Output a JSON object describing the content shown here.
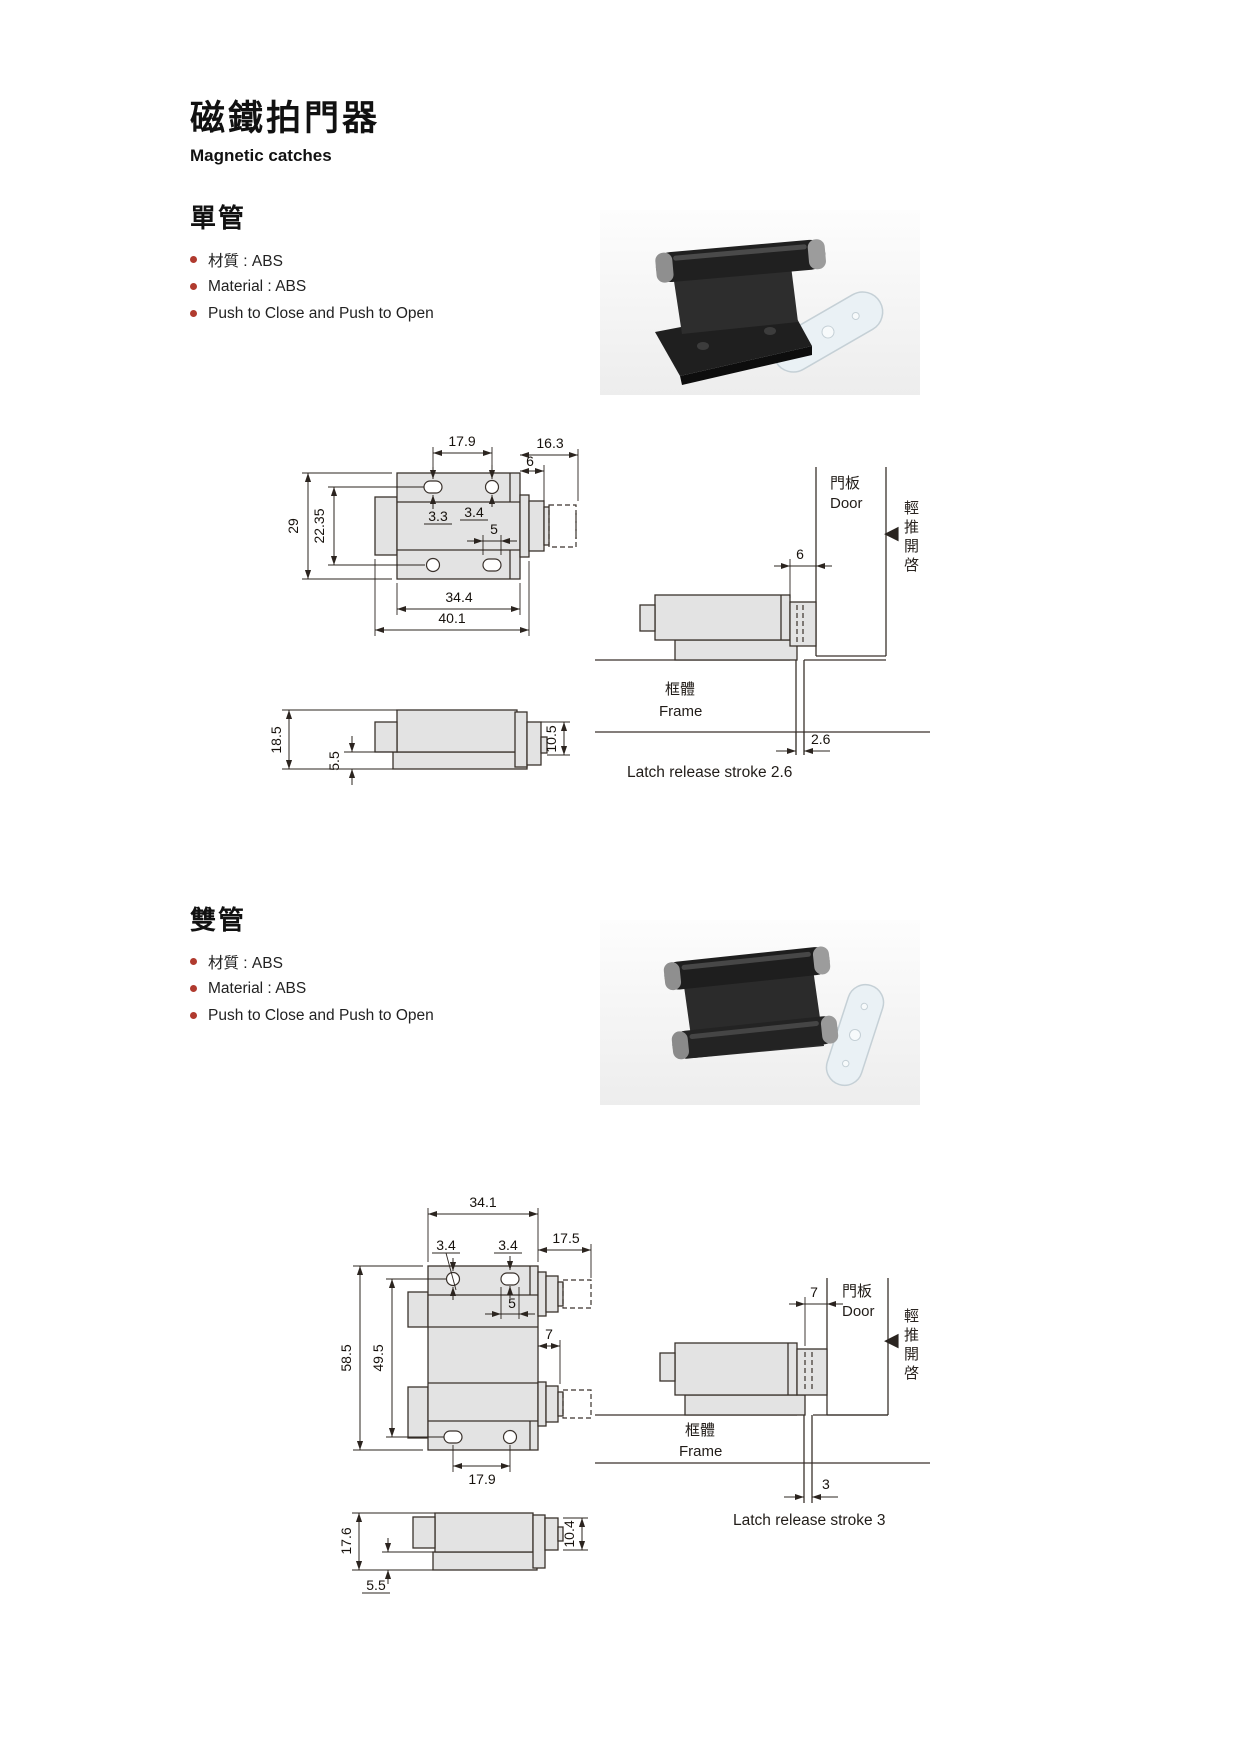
{
  "page": {
    "title_zh": "磁鐵拍門器",
    "title_en": "Magnetic catches"
  },
  "icons": {
    "push_arrow": "◀"
  },
  "colors": {
    "bullet_dot": "#b03a2e",
    "drawing_line": "#3a322c",
    "body_fill": "#e3e3e3",
    "plate_fill": "#eaf1f5",
    "catch_body": "#242424"
  },
  "sections": [
    {
      "heading": "單管",
      "bullets": [
        "材質 : ABS",
        "Material : ABS",
        "Push to Close and Push to Open"
      ],
      "top_view": {
        "hole_pitch": "17.9",
        "travel": "16.3",
        "tip": "6",
        "height": "29",
        "hole_span": "22.35",
        "hole_a": "3.3",
        "hole_b": "3.4",
        "slot_len": "5",
        "body_width": "34.4",
        "total_width": "40.1"
      },
      "side_view": {
        "height": "18.5",
        "base": "5.5",
        "plunger": "10.5"
      },
      "install": {
        "door_zh": "門板",
        "door_en": "Door",
        "push_label": "輕推開啓",
        "gap": "6",
        "frame_zh": "框體",
        "frame_en": "Frame",
        "stroke": "2.6",
        "caption": "Latch release stroke 2.6"
      }
    },
    {
      "heading": "雙管",
      "bullets": [
        "材質 : ABS",
        "Material : ABS",
        "Push to Close and Push to Open"
      ],
      "top_view": {
        "body_width": "34.1",
        "hole_a": "3.4",
        "hole_b": "3.4",
        "travel": "17.5",
        "slot_len": "5",
        "height": "58.5",
        "hole_span": "49.5",
        "tip": "7",
        "hole_pitch": "17.9"
      },
      "side_view": {
        "height": "17.6",
        "base": "5.5",
        "plunger": "10.4"
      },
      "install": {
        "door_zh": "門板",
        "door_en": "Door",
        "push_label": "輕推開啓",
        "gap": "7",
        "frame_zh": "框體",
        "frame_en": "Frame",
        "stroke": "3",
        "caption": "Latch release stroke 3"
      }
    }
  ]
}
